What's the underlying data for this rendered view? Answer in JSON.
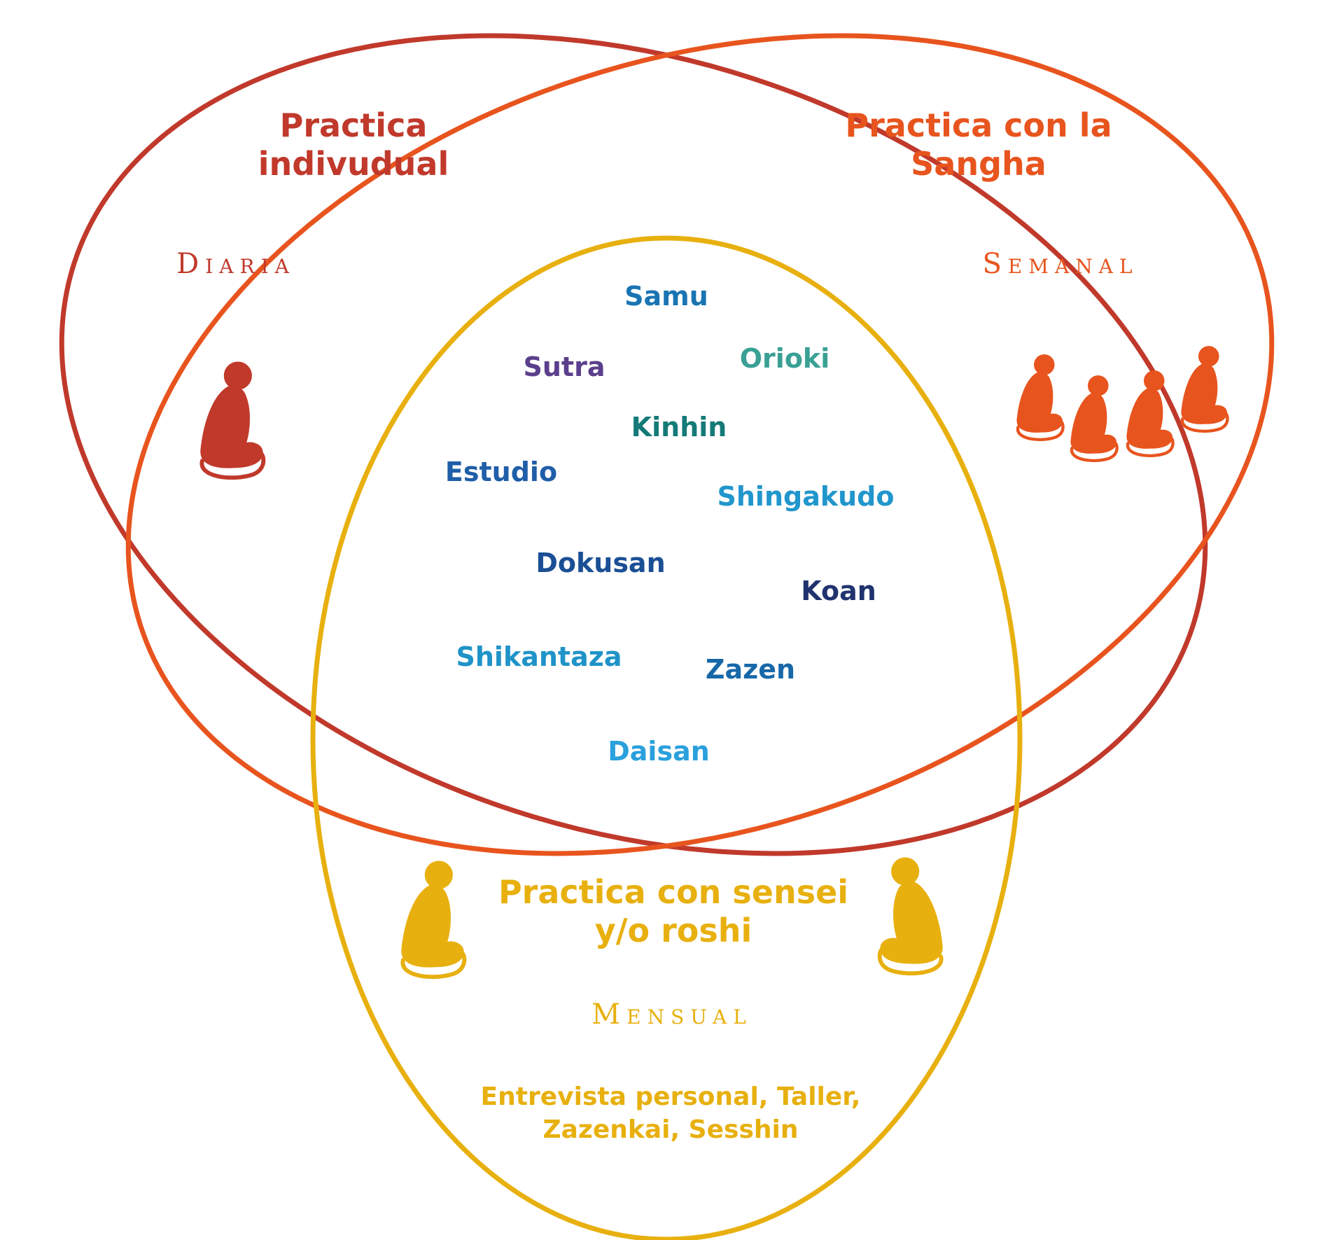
{
  "colors": {
    "individual": "#c0392b",
    "sangha": "#e8541e",
    "sensei": "#e8b00f"
  },
  "individual": {
    "title_line1": "Practica",
    "title_line2": "indivudual",
    "frequency": "Diaria",
    "icon": "seated-meditator-icon"
  },
  "sangha": {
    "title_line1": "Practica con la",
    "title_line2": "Sangha",
    "frequency": "Semanal",
    "icon": "meditating-group-icon"
  },
  "sensei": {
    "title_line1": "Practica con sensei",
    "title_line2": "y/o roshi",
    "frequency": "Mensual",
    "activities_line1": "Entrevista personal, Taller,",
    "activities_line2": "Zazenkai, Sesshin",
    "icon": "seated-meditator-icon"
  },
  "center_terms": [
    {
      "key": "samu",
      "label": "Samu",
      "color": "#1a74b3"
    },
    {
      "key": "sutra",
      "label": "Sutra",
      "color": "#5b3f8c"
    },
    {
      "key": "orioki",
      "label": "Orioki",
      "color": "#3aa094"
    },
    {
      "key": "kinhin",
      "label": "Kinhin",
      "color": "#147a78"
    },
    {
      "key": "estudio",
      "label": "Estudio",
      "color": "#1f5ea8"
    },
    {
      "key": "shingakudo",
      "label": "Shingakudo",
      "color": "#2196cc"
    },
    {
      "key": "dokusan",
      "label": "Dokusan",
      "color": "#1b4f95"
    },
    {
      "key": "koan",
      "label": "Koan",
      "color": "#20336e"
    },
    {
      "key": "shikantaza",
      "label": "Shikantaza",
      "color": "#1f93c8"
    },
    {
      "key": "zazen",
      "label": "Zazen",
      "color": "#1768a8"
    },
    {
      "key": "daisan",
      "label": "Daisan",
      "color": "#2aa0dc"
    }
  ]
}
